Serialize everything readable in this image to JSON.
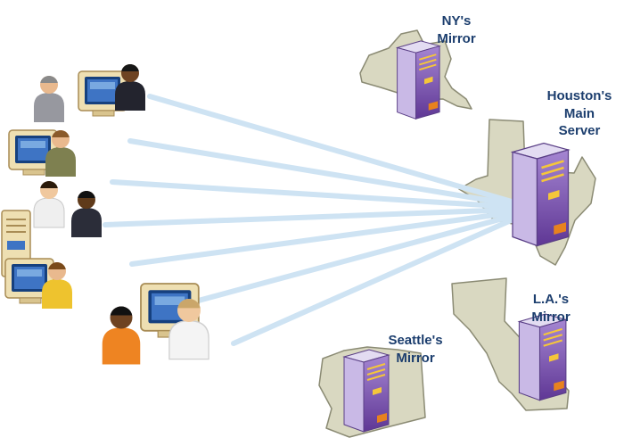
{
  "diagram": {
    "nodes": {
      "ny": {
        "label": "NY's Mirror",
        "state": "New York"
      },
      "houston": {
        "label": "Houston's Main Server",
        "state": "Texas"
      },
      "seattle": {
        "label": "Seattle's Mirror",
        "state": "Washington"
      },
      "la": {
        "label": "L.A.'s Mirror",
        "state": "California"
      }
    },
    "connections": {
      "count": 7,
      "from": "client-cluster",
      "to": "houston"
    },
    "colors": {
      "label_text": "#1c3e6e",
      "connection_line": "#cee3f3",
      "state_fill": "#d9d8c1",
      "state_stroke": "#8b8b74",
      "server_purple": "#6a3f9e",
      "server_side_lavender": "#c9b9e6",
      "server_accent_yellow": "#f5c63a",
      "server_accent_orange": "#e8821e",
      "monitor_beige": "#eedfb2",
      "screen_blue": "#3e74c4"
    },
    "icons": [
      "server-tower-icon",
      "computer-monitor-icon",
      "computer-tower-icon",
      "person-icon",
      "us-state-shape"
    ]
  }
}
